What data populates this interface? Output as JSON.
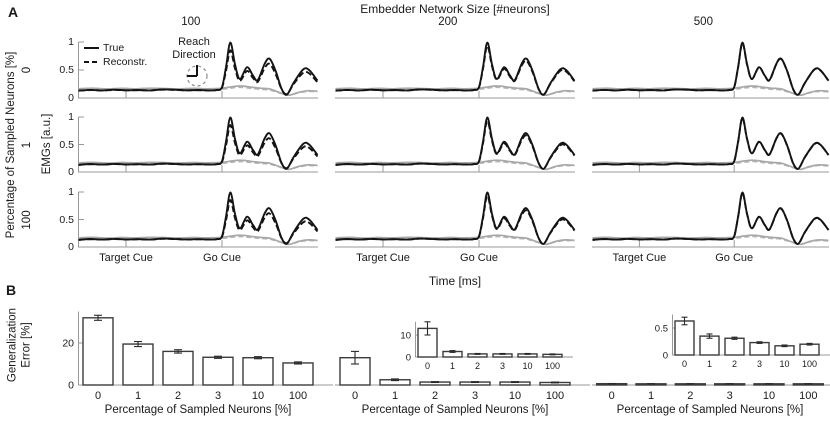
{
  "figure": {
    "panel_a_label": "A",
    "panel_b_label": "B"
  },
  "colors": {
    "trace_true": "#141414",
    "trace_gray": "#a8a8a8",
    "trace_gray_dashed": "#b4b4b4",
    "axis_line": "#999999",
    "bar_stroke": "#3c3c3c",
    "error_bar": "#2a2a2a"
  },
  "panelA": {
    "title": "Embedder Network Size [#neurons]",
    "col_headers": [
      "100",
      "200",
      "500"
    ],
    "row_labels": [
      "0",
      "1",
      "100"
    ],
    "outer_ylabel": "Percentage of Sampled Neurons [%]",
    "middle_row_ylabel": "EMGs [a.u.]",
    "ytick_labels": [
      "1",
      "0.5",
      "0"
    ],
    "xtick_labels": [
      "Target Cue",
      "Go Cue"
    ],
    "xlabel": "Time [ms]",
    "legend": {
      "true": "True",
      "reconstr": "Reconstr."
    },
    "annotation": "Reach\nDirection"
  },
  "panelB": {
    "ylabel": "Generalization\nError [%]",
    "xlabel": "Percentage of Sampled Neurons [%]"
  },
  "chart_data": [
    {
      "id": "emg_traces",
      "type": "line",
      "title": "Embedder Network Size [#neurons]",
      "columns": [
        "100",
        "200",
        "500"
      ],
      "rows": [
        "0",
        "1",
        "100"
      ],
      "ylabel_rows": "Percentage of Sampled Neurons [%]",
      "ylabel_signal": "EMGs [a.u.]",
      "xlabel": "Time [ms]",
      "ylim": [
        0,
        1
      ],
      "yticks": [
        0,
        0.5,
        1
      ],
      "events": [
        {
          "label": "Target Cue",
          "x_fraction": 0.2
        },
        {
          "label": "Go Cue",
          "x_fraction": 0.6
        }
      ],
      "legend_entries": [
        "True",
        "Reconstr."
      ],
      "series": {
        "true_emg": [
          [
            0,
            0.13
          ],
          [
            0.05,
            0.145
          ],
          [
            0.1,
            0.135
          ],
          [
            0.15,
            0.148
          ],
          [
            0.2,
            0.138
          ],
          [
            0.25,
            0.142
          ],
          [
            0.3,
            0.135
          ],
          [
            0.35,
            0.152
          ],
          [
            0.4,
            0.148
          ],
          [
            0.45,
            0.138
          ],
          [
            0.5,
            0.142
          ],
          [
            0.55,
            0.135
          ],
          [
            0.58,
            0.145
          ],
          [
            0.6,
            0.19
          ],
          [
            0.617,
            0.55
          ],
          [
            0.635,
            0.99
          ],
          [
            0.655,
            0.6
          ],
          [
            0.675,
            0.34
          ],
          [
            0.705,
            0.55
          ],
          [
            0.73,
            0.4
          ],
          [
            0.75,
            0.32
          ],
          [
            0.78,
            0.62
          ],
          [
            0.8,
            0.7
          ],
          [
            0.825,
            0.48
          ],
          [
            0.85,
            0.16
          ],
          [
            0.872,
            0.06
          ],
          [
            0.9,
            0.27
          ],
          [
            0.94,
            0.51
          ],
          [
            0.965,
            0.5
          ],
          [
            1,
            0.31
          ]
        ],
        "gray_emg": [
          [
            0,
            0.165
          ],
          [
            0.06,
            0.175
          ],
          [
            0.12,
            0.162
          ],
          [
            0.18,
            0.172
          ],
          [
            0.24,
            0.165
          ],
          [
            0.3,
            0.175
          ],
          [
            0.36,
            0.17
          ],
          [
            0.42,
            0.163
          ],
          [
            0.48,
            0.172
          ],
          [
            0.54,
            0.165
          ],
          [
            0.6,
            0.175
          ],
          [
            0.64,
            0.2
          ],
          [
            0.68,
            0.215
          ],
          [
            0.72,
            0.195
          ],
          [
            0.76,
            0.175
          ],
          [
            0.8,
            0.16
          ],
          [
            0.84,
            0.1
          ],
          [
            0.88,
            0.05
          ],
          [
            0.92,
            0.1
          ],
          [
            0.96,
            0.13
          ],
          [
            1,
            0.12
          ]
        ]
      },
      "reconstr_amplitude_by_column": [
        0.84,
        0.93,
        0.99
      ]
    },
    {
      "id": "gen_error_100",
      "type": "bar",
      "categories": [
        "0",
        "1",
        "2",
        "3",
        "10",
        "100"
      ],
      "values": [
        32,
        19.5,
        16,
        13.2,
        13,
        10.5
      ],
      "errors": [
        1.2,
        1.2,
        0.8,
        0.5,
        0.5,
        0.5
      ],
      "ylim": [
        0,
        35
      ],
      "yticks": [
        0,
        20
      ],
      "ylabel": "Generalization Error [%]",
      "xlabel": "Percentage of Sampled Neurons [%]"
    },
    {
      "id": "gen_error_200",
      "type": "bar",
      "categories": [
        "0",
        "1",
        "2",
        "3",
        "10",
        "100"
      ],
      "values": [
        13,
        2.5,
        1.4,
        1.4,
        1.4,
        1.2
      ],
      "errors": [
        3,
        0.4,
        0.2,
        0.2,
        0.2,
        0.2
      ],
      "ylim": [
        0,
        35
      ],
      "yticks": [],
      "xlabel": "Percentage of Sampled Neurons [%]",
      "inset": {
        "categories": [
          "0",
          "1",
          "2",
          "3",
          "10",
          "100"
        ],
        "values": [
          13,
          2.5,
          1.4,
          1.4,
          1.4,
          1.2
        ],
        "errors": [
          3,
          0.4,
          0.2,
          0.2,
          0.2,
          0.2
        ],
        "ylim": [
          0,
          16
        ],
        "yticks": [
          0,
          10
        ]
      }
    },
    {
      "id": "gen_error_500",
      "type": "bar",
      "categories": [
        "0",
        "1",
        "2",
        "3",
        "10",
        "100"
      ],
      "values": [
        0.63,
        0.35,
        0.31,
        0.23,
        0.17,
        0.2
      ],
      "errors": [
        0.07,
        0.04,
        0.02,
        0.015,
        0.015,
        0.015
      ],
      "ylim": [
        0,
        35
      ],
      "yticks": [],
      "xlabel": "Percentage of Sampled Neurons [%]",
      "inset": {
        "categories": [
          "0",
          "1",
          "2",
          "3",
          "10",
          "100"
        ],
        "values": [
          0.63,
          0.35,
          0.31,
          0.23,
          0.17,
          0.2
        ],
        "errors": [
          0.07,
          0.04,
          0.02,
          0.015,
          0.015,
          0.015
        ],
        "ylim": [
          0,
          0.75
        ],
        "yticks": [
          0,
          0.5
        ]
      }
    }
  ]
}
